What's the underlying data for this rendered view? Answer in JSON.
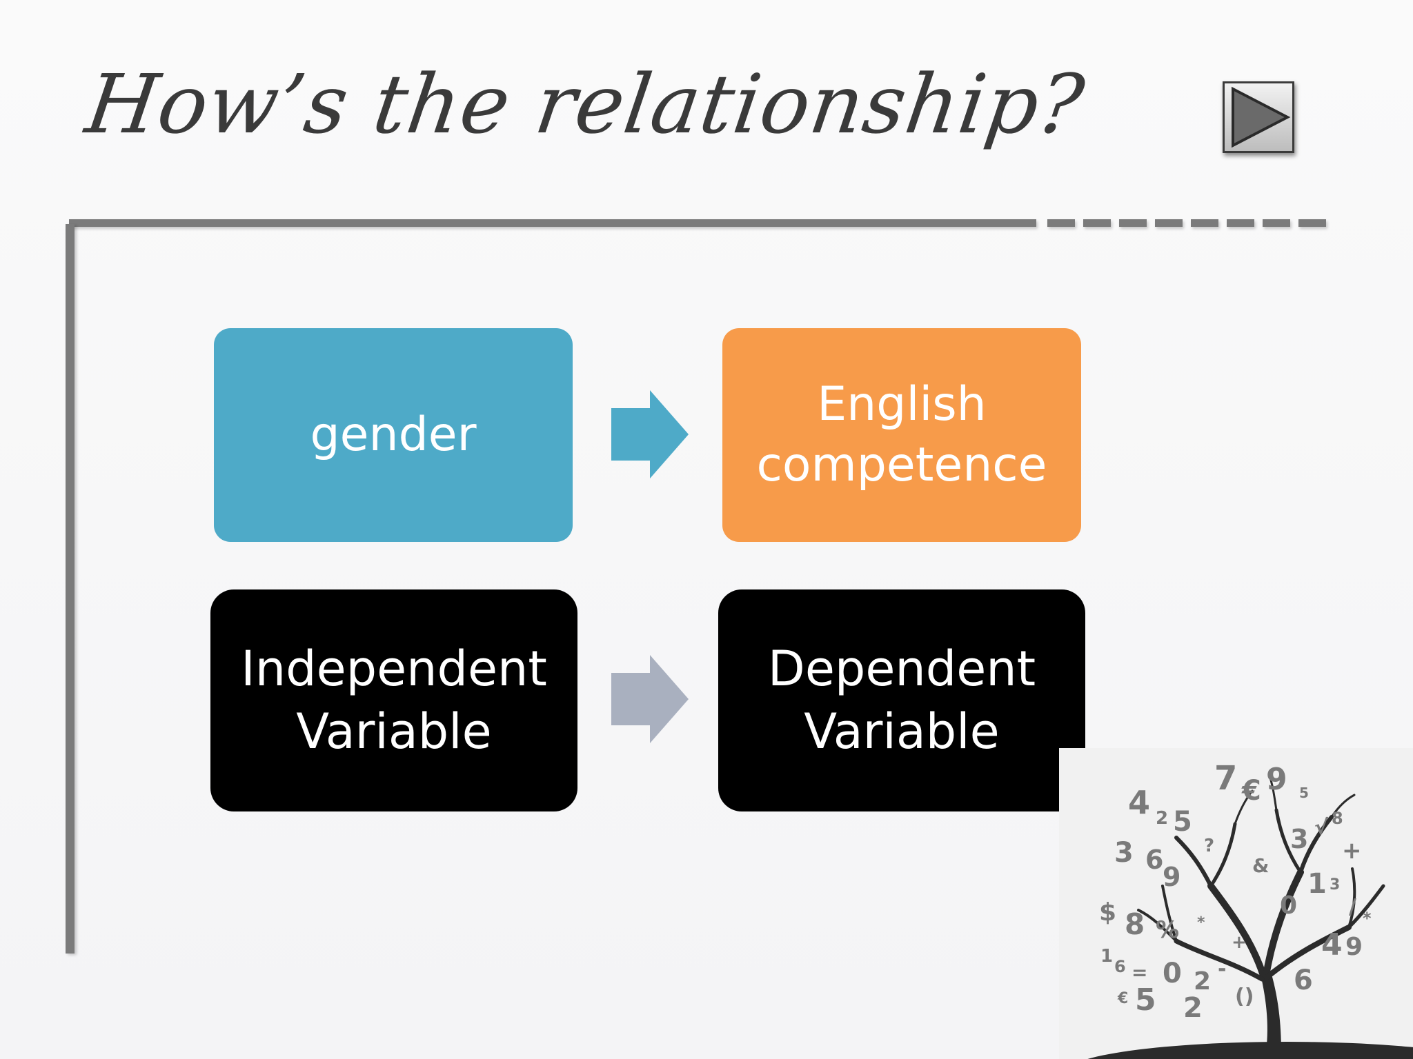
{
  "slide": {
    "title": "How’s the relationship?"
  },
  "diagram": {
    "top_row": {
      "left_box": "gender",
      "right_box_lines": [
        "English",
        "competence"
      ]
    },
    "bottom_row": {
      "left_box_lines": [
        "Independent",
        "Variable"
      ],
      "right_box_lines": [
        "Dependent",
        "Variable"
      ]
    }
  },
  "colors": {
    "gender_box": "#4eaac8",
    "english_box": "#f79b4a",
    "variable_boxes": "#000000",
    "top_arrow": "#4eaac8",
    "bottom_arrow": "#a9b0bf",
    "rule": "#7b7b7b"
  },
  "icons": {
    "play_button": "play-icon",
    "decoration": "number-tree"
  }
}
